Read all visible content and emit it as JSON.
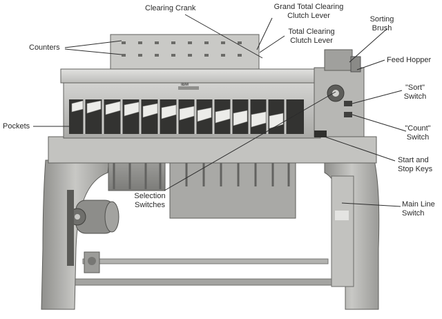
{
  "figure": {
    "machine_logo_text": "IBM"
  },
  "labels": {
    "clearing_crank": "Clearing Crank",
    "grand_total_line1": "Grand Total Clearing",
    "grand_total_line2": "Clutch Lever",
    "total_clearing_line1": "Total Clearing",
    "total_clearing_line2": "Clutch Lever",
    "sorting_brush_line1": "Sorting",
    "sorting_brush_line2": "Brush",
    "counters": "Counters",
    "feed_hopper": "Feed Hopper",
    "sort_switch_line1": "\"Sort\"",
    "sort_switch_line2": "Switch",
    "pockets": "Pockets",
    "count_switch_line1": "\"Count\"",
    "count_switch_line2": "Switch",
    "start_stop_line1": "Start and",
    "start_stop_line2": "Stop Keys",
    "selection_line1": "Selection",
    "selection_line2": "Switches",
    "main_line_line1": "Main Line",
    "main_line_line2": "Switch"
  }
}
